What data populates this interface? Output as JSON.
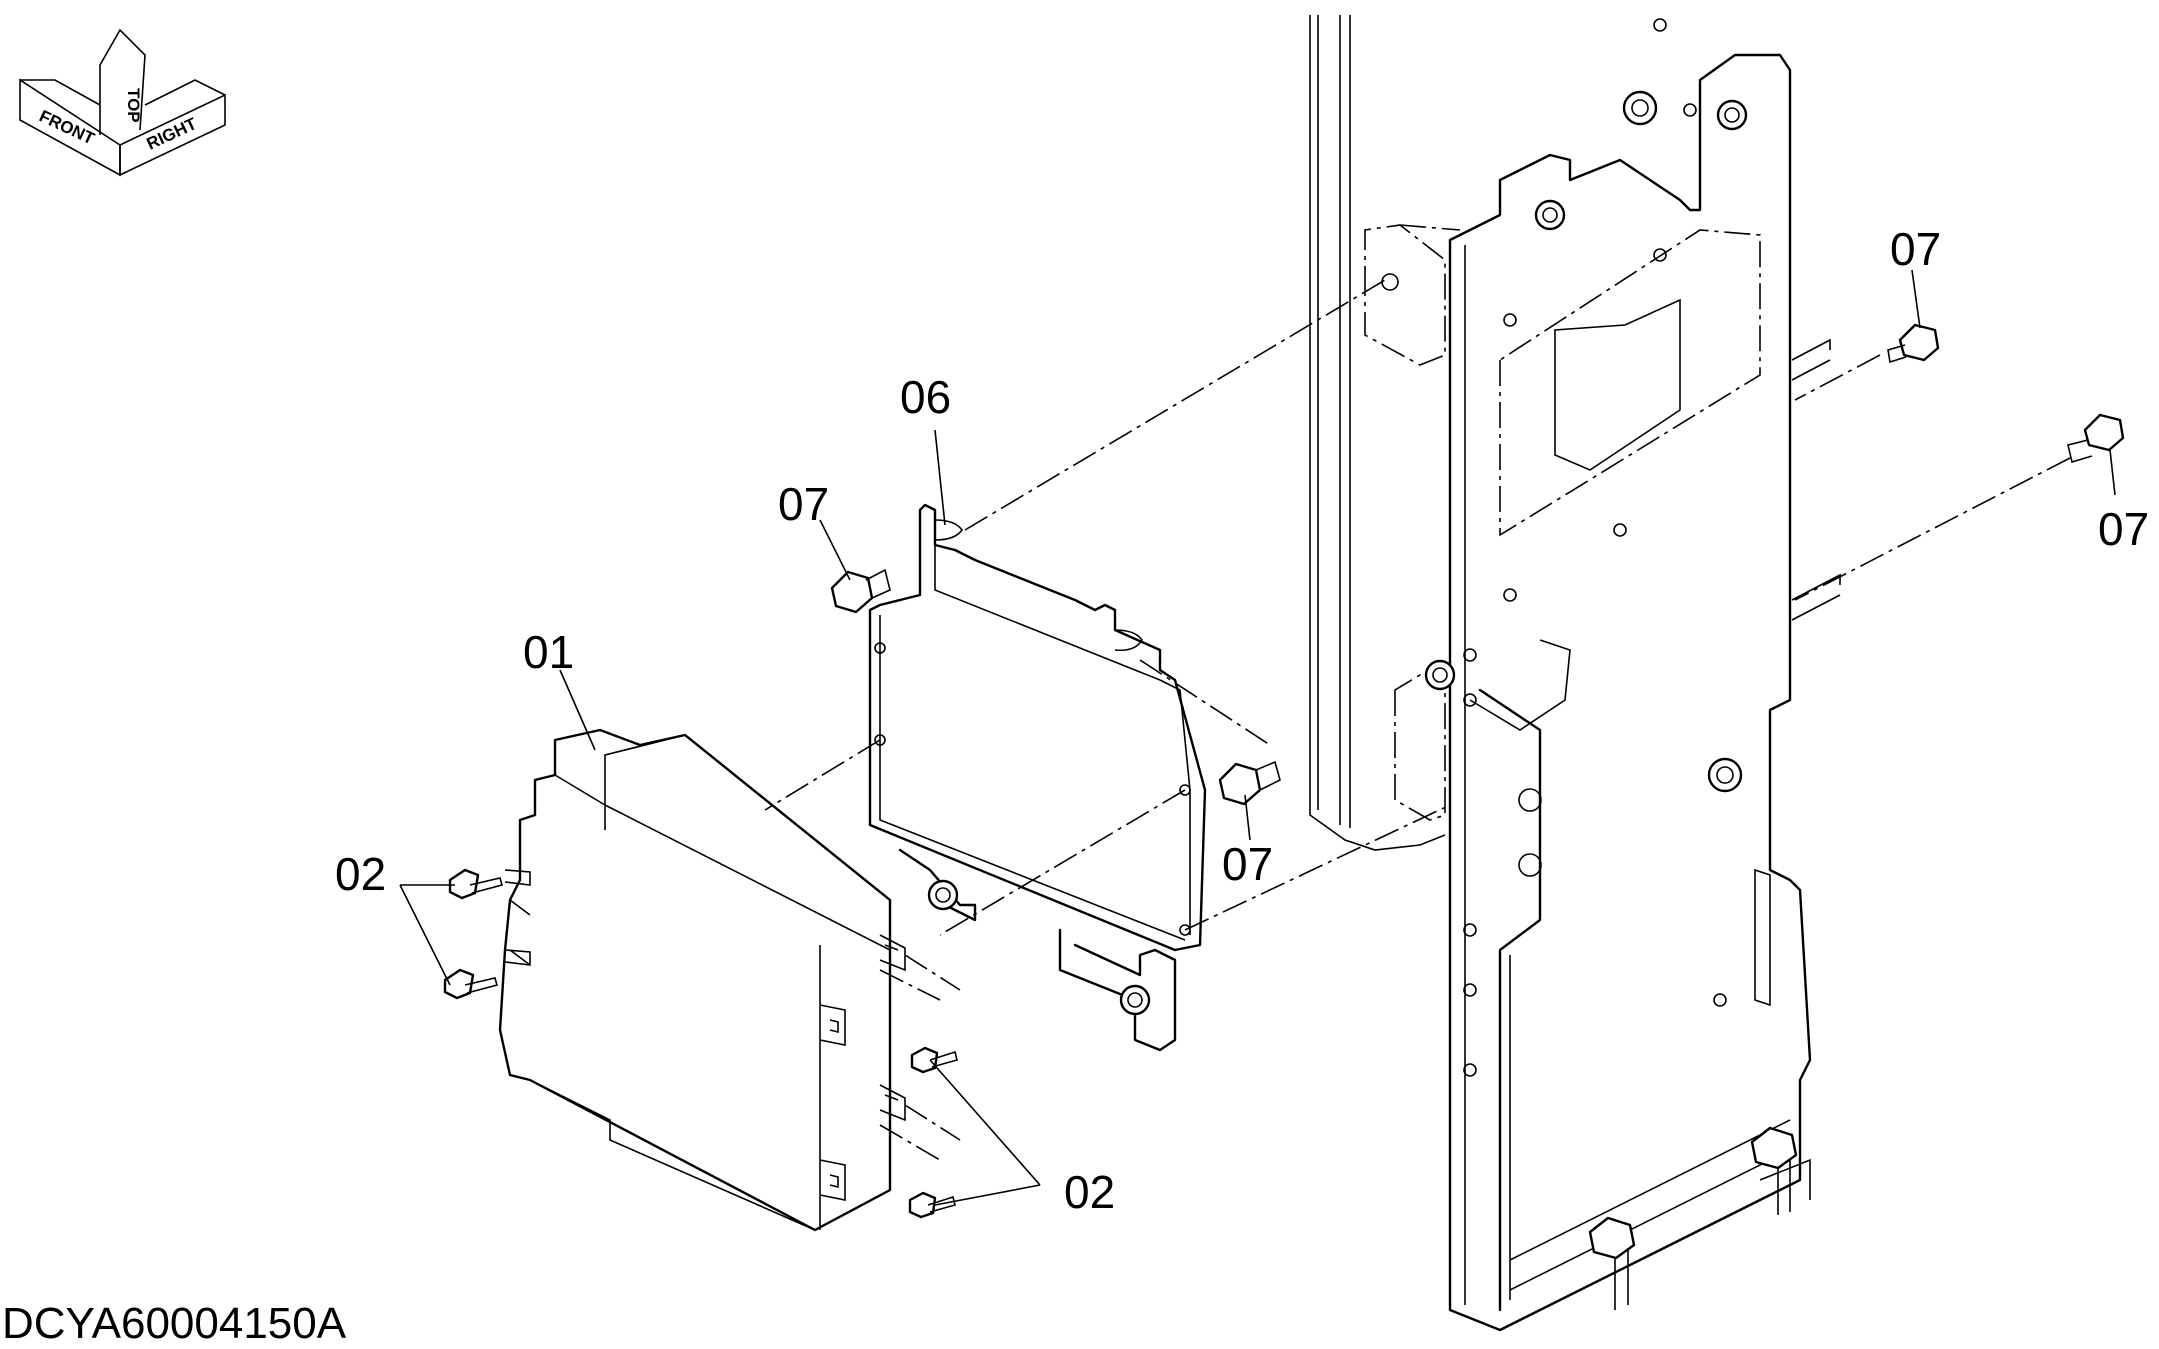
{
  "drawing_code": "DCYA60004150A",
  "orientation": {
    "front": "FRONT",
    "top": "TOP",
    "right": "RIGHT"
  },
  "callouts": {
    "c01": "01",
    "c02_left": "02",
    "c02_right": "02",
    "c06": "06",
    "c07_bracket_top": "07",
    "c07_bracket_right": "07",
    "c07_frame_top": "07",
    "c07_frame_right": "07"
  }
}
